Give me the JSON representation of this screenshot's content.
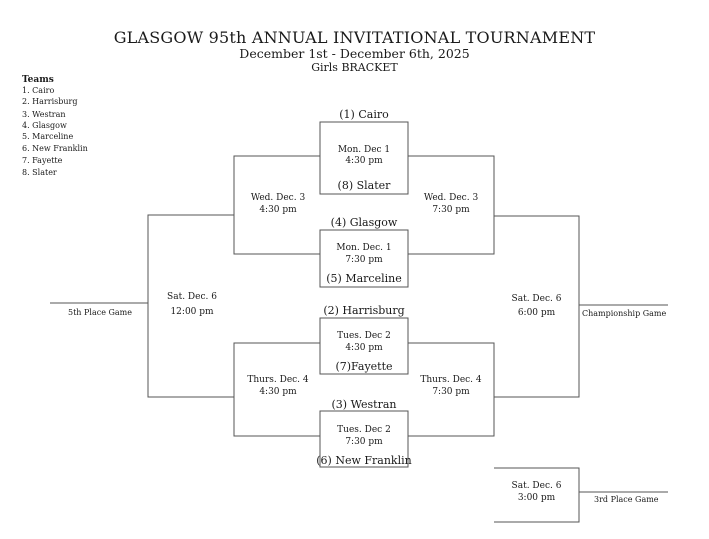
{
  "header": {
    "title": "GLASGOW 95th ANNUAL INVITATIONAL TOURNAMENT",
    "dates": "December 1st - December 6th, 2025",
    "bracket": "Girls BRACKET"
  },
  "teams_list": {
    "heading": "Teams",
    "items": [
      "1. Cairo",
      "2. Harrisburg",
      "3. Westran",
      "4. Glasgow",
      "5. Marceline",
      "6. New Franklin",
      "7. Fayette",
      "8. Slater"
    ]
  },
  "bracket": {
    "seeds": {
      "g1_top": "(1) Cairo",
      "g1_bottom": "(8) Slater",
      "g2_top": "(4) Glasgow",
      "g2_bottom": "(5) Marceline",
      "g3_top": "(2) Harrisburg",
      "g3_bottom": "(7)Fayette",
      "g4_top": "(3) Westran",
      "g4_bottom": "(6) New Franklin"
    },
    "games": {
      "g1_day": "Mon. Dec 1",
      "g1_time": "4:30 pm",
      "g2_day": "Mon. Dec. 1",
      "g2_time": "7:30 pm",
      "g3_day": "Tues. Dec 2",
      "g3_time": "4:30 pm",
      "g4_day": "Tues. Dec 2",
      "g4_time": "7:30 pm",
      "cons_top_day": "Wed. Dec. 3",
      "cons_top_time": "4:30 pm",
      "semi_top_day": "Wed. Dec. 3",
      "semi_top_time": "7:30 pm",
      "cons_bot_day": "Thurs. Dec. 4",
      "cons_bot_time": "4:30 pm",
      "semi_bot_day": "Thurs. Dec. 4",
      "semi_bot_time": "7:30 pm",
      "fifth_day": "Sat. Dec. 6",
      "fifth_time": "12:00 pm",
      "champ_day": "Sat. Dec. 6",
      "champ_time": "6:00 pm",
      "third_day": "Sat. Dec. 6",
      "third_time": "3:00 pm"
    },
    "labels": {
      "fifth": "5th Place Game",
      "championship": "Championship Game",
      "third": "3rd Place Game"
    }
  },
  "colors": {
    "line": "#555555",
    "text": "#1a1a1a"
  }
}
